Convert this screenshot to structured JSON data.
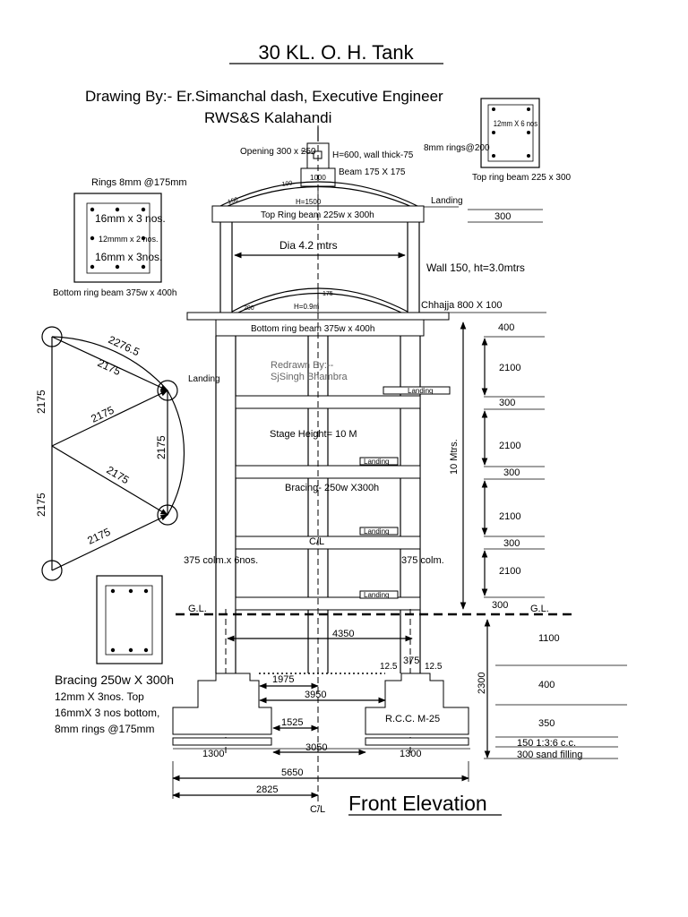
{
  "title": "30 KL. O. H. Tank",
  "author_line1": "Drawing By:- Er.Simanchal dash, Executive Engineer",
  "author_line2": "RWS&S Kalahandi",
  "redrawn_line1": "Redrawn By:--",
  "redrawn_line2": "SjSingh Bhambra",
  "view_title": "Front Elevation",
  "sections": {
    "top_ring": {
      "bars": "12mm X 6 nos",
      "rings": "8mm rings@200",
      "caption": "Top ring beam 225 x 300"
    },
    "bottom_ring": {
      "rings": "Rings 8mm @175mm",
      "top_bars": "16mm x 3 nos.",
      "mid_bars": "12mmm x 2 nos.",
      "bottom_bars": "16mm x 3nos.",
      "caption": "Bottom ring beam 375w x 400h"
    },
    "bracing": {
      "title": "Bracing  250w X 300h",
      "line1": "12mm X 3nos. Top",
      "line2": "16mmX 3 nos bottom,",
      "line3": "8mm rings @175mm"
    }
  },
  "plan": {
    "d_arc": "2276.5",
    "d_top": "2175",
    "d_mid_up": "2175",
    "d_mid_down": "2175",
    "d_bottom": "2175",
    "d_right": "2175",
    "d_left_top": "2175",
    "d_left_bottom": "2175"
  },
  "tank": {
    "opening": "Opening 300 x 250",
    "vent": "H=600, wall thick-75",
    "vent_width": "1000",
    "beam": "Beam 175 X 175",
    "dome_th1": "150",
    "dome_th2": "100",
    "dome_h": "H=1500",
    "landing_top": "Landing",
    "top_ring_beam": "Top Ring beam 225w x 300h",
    "dim_300": "300",
    "dia": "Dia 4.2 mtrs",
    "wall": "Wall 150, ht=3.0mtrs",
    "bottom_dome_h": "H=0.9m",
    "bottom_dome_200": "200",
    "bottom_dome_175": "175",
    "chhajja": "Chhajja 800 X  100",
    "bottom_ring_beam": "Bottom ring beam 375w x 400h"
  },
  "staging": {
    "landing_left": "Landing",
    "landings": [
      "Landing",
      "Landing",
      "Landing",
      "Landing"
    ],
    "stage_height": "Stage   Height= 10 M",
    "bracing": "Bracing- 250w X300h",
    "cl_mid": "C/L",
    "columns_left": "375 colm.x 6nos.",
    "columns_right": "375 colm.",
    "total_height": "10 Mtrs.",
    "levels": [
      "400",
      "2100",
      "300",
      "2100",
      "300",
      "2100",
      "300",
      "2100",
      "300"
    ]
  },
  "ground": {
    "gl_left": "G.L.",
    "gl_right": "G.L.",
    "dim_4350": "4350",
    "dim_12_5_a": "12.5",
    "dim_375": "375",
    "dim_12_5_b": "12.5",
    "depth_total": "2300",
    "depth_levels": [
      "1100",
      "400",
      "350"
    ],
    "pcc": "150  1:3:6 c.c.",
    "sand": "300  sand filling",
    "rcc": "R.C.C. M-25",
    "dim_1975": "1975",
    "dim_3950": "3950",
    "dim_1525": "1525",
    "dim_3050": "3050",
    "dim_1300_left": "1300",
    "dim_1300_right": "1300",
    "dim_5650": "5650",
    "dim_2825": "2825",
    "cl_bottom": "C/L"
  }
}
